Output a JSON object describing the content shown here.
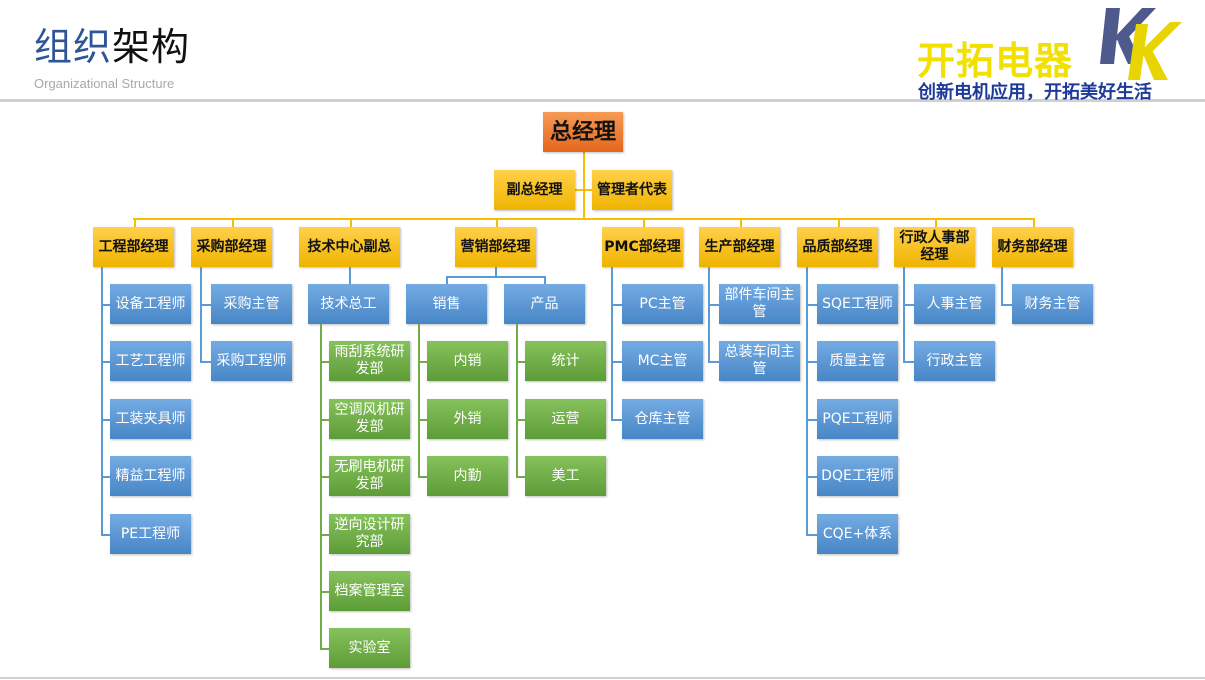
{
  "header": {
    "title_part1": "组织",
    "title_part2": "架构",
    "subtitle": "Organizational Structure",
    "logo_text": "开拓电器",
    "logo_mark": "KK",
    "slogan": "创新电机应用，开拓美好生活"
  },
  "colors": {
    "orange": "#e66a1a",
    "yellow": "#f5c000",
    "blue": "#5b9bd5",
    "green": "#70ad47"
  },
  "org": {
    "top": "总经理",
    "deputies": [
      "副总经理",
      "管理者代表"
    ],
    "departments": [
      {
        "label": "工程部经理",
        "children": [
          {
            "label": "设备工程师"
          },
          {
            "label": "工艺工程师"
          },
          {
            "label": "工装夹具师"
          },
          {
            "label": "精益工程师"
          },
          {
            "label": "PE工程师"
          }
        ]
      },
      {
        "label": "采购部经理",
        "children": [
          {
            "label": "采购主管"
          },
          {
            "label": "采购工程师"
          }
        ]
      },
      {
        "label": "技术中心副总",
        "children": [
          {
            "label": "技术总工",
            "children": [
              "雨刮系统研发部",
              "空调风机研发部",
              "无刷电机研发部",
              "逆向设计研究部",
              "档案管理室",
              "实验室"
            ]
          }
        ]
      },
      {
        "label": "营销部经理",
        "children": [
          {
            "label": "销售",
            "children": [
              "内销",
              "外销",
              "内勤"
            ]
          },
          {
            "label": "产品",
            "children": [
              "统计",
              "运营",
              "美工"
            ]
          }
        ]
      },
      {
        "label": "PMC部经理",
        "children": [
          {
            "label": "PC主管"
          },
          {
            "label": "MC主管"
          },
          {
            "label": "仓库主管"
          }
        ]
      },
      {
        "label": "生产部经理",
        "children": [
          {
            "label": "部件车间主管"
          },
          {
            "label": "总装车间主管"
          }
        ]
      },
      {
        "label": "品质部经理",
        "children": [
          {
            "label": "SQE工程师"
          },
          {
            "label": "质量主管"
          },
          {
            "label": "PQE工程师"
          },
          {
            "label": "DQE工程师"
          },
          {
            "label": "CQE+体系"
          }
        ]
      },
      {
        "label": "行政人事部经理",
        "children": [
          {
            "label": "人事主管"
          },
          {
            "label": "行政主管"
          }
        ]
      },
      {
        "label": "财务部经理",
        "children": [
          {
            "label": "财务主管"
          }
        ]
      }
    ]
  }
}
